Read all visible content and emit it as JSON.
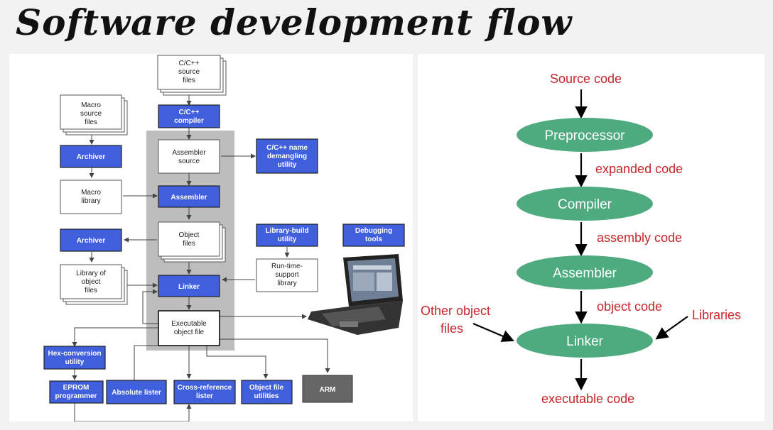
{
  "title": "Software development flow",
  "left": {
    "c_source": [
      "C/C++",
      "source",
      "files"
    ],
    "c_compiler": [
      "C/C++",
      "compiler"
    ],
    "macro_source": [
      "Macro",
      "source",
      "files"
    ],
    "archiver_top": [
      "Archiver"
    ],
    "assembler_source": [
      "Assembler",
      "source"
    ],
    "demangle": [
      "C/C++ name",
      "demangling",
      "utility"
    ],
    "macro_library": [
      "Macro",
      "library"
    ],
    "assembler": [
      "Assembler"
    ],
    "archiver_mid": [
      "Archiver"
    ],
    "object_files": [
      "Object",
      "files"
    ],
    "library_build": [
      "Library-build",
      "utility"
    ],
    "debugging": [
      "Debugging",
      "tools"
    ],
    "library_object": [
      "Library of",
      "object",
      "files"
    ],
    "linker": [
      "Linker"
    ],
    "runtime": [
      "Run-time-",
      "support",
      "library"
    ],
    "executable": [
      "Executable",
      "object file"
    ],
    "hex_conversion": [
      "Hex-conversion",
      "utility"
    ],
    "eprom": [
      "EPROM",
      "programmer"
    ],
    "absolute_lister": [
      "Absolute lister"
    ],
    "cross_reference": [
      "Cross-reference",
      "lister"
    ],
    "object_file_utils": [
      "Object file",
      "utilities"
    ],
    "arm": [
      "ARM"
    ]
  },
  "right": {
    "source_code": "Source code",
    "preprocessor": "Preprocessor",
    "expanded_code": "expanded code",
    "compiler": "Compiler",
    "assembly_code": "assembly code",
    "assembler": "Assembler",
    "object_code": "object code",
    "other_object_files": [
      "Other object",
      "files"
    ],
    "libraries": "Libraries",
    "linker": "Linker",
    "executable_code": "executable code"
  },
  "colors": {
    "box_blue": "#3f5fdd",
    "node_green": "#4dab7f",
    "label_red": "#c6262c"
  }
}
